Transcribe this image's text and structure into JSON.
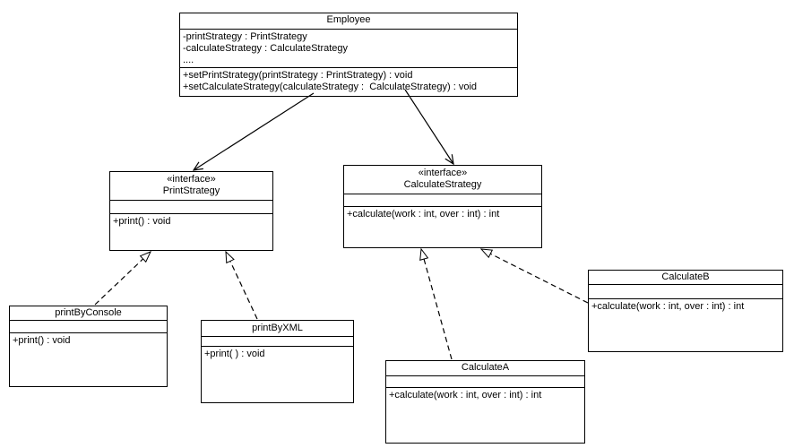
{
  "diagram_type": "uml-class-diagram",
  "classes": {
    "employee": {
      "name": "Employee",
      "attributes": [
        "-printStrategy : PrintStrategy",
        "-calculateStrategy : CalculateStrategy",
        "...."
      ],
      "methods": [
        "+setPrintStrategy(printStrategy : PrintStrategy) : void",
        "+setCalculateStrategy(calculateStrategy :  CalculateStrategy) : void"
      ]
    },
    "print_strategy": {
      "stereotype": "«interface»",
      "name": "PrintStrategy",
      "attributes": [],
      "methods": [
        "+print() : void"
      ]
    },
    "calculate_strategy": {
      "stereotype": "«interface»",
      "name": "CalculateStrategy",
      "attributes": [],
      "methods": [
        "+calculate(work : int, over : int) : int"
      ]
    },
    "print_by_console": {
      "name": "printByConsole",
      "attributes": [],
      "methods": [
        "+print() : void"
      ]
    },
    "print_by_xml": {
      "name": "printByXML",
      "attributes": [],
      "methods": [
        "+print( ) : void"
      ]
    },
    "calculate_a": {
      "name": "CalculateA",
      "attributes": [],
      "methods": [
        "+calculate(work : int, over : int) : int"
      ]
    },
    "calculate_b": {
      "name": "CalculateB",
      "attributes": [],
      "methods": [
        "+calculate(work : int, over : int) : int"
      ]
    }
  },
  "relationships": [
    {
      "from": "Employee",
      "to": "PrintStrategy",
      "type": "directed-association",
      "line": "solid",
      "arrowhead": "open"
    },
    {
      "from": "Employee",
      "to": "CalculateStrategy",
      "type": "directed-association",
      "line": "solid",
      "arrowhead": "open"
    },
    {
      "from": "printByConsole",
      "to": "PrintStrategy",
      "type": "realization",
      "line": "dashed",
      "arrowhead": "hollow-triangle"
    },
    {
      "from": "printByXML",
      "to": "PrintStrategy",
      "type": "realization",
      "line": "dashed",
      "arrowhead": "hollow-triangle"
    },
    {
      "from": "CalculateA",
      "to": "CalculateStrategy",
      "type": "realization",
      "line": "dashed",
      "arrowhead": "hollow-triangle"
    },
    {
      "from": "CalculateB",
      "to": "CalculateStrategy",
      "type": "realization",
      "line": "dashed",
      "arrowhead": "hollow-triangle"
    }
  ],
  "colors": {
    "line": "#000000",
    "background": "#ffffff",
    "text": "#000000"
  }
}
